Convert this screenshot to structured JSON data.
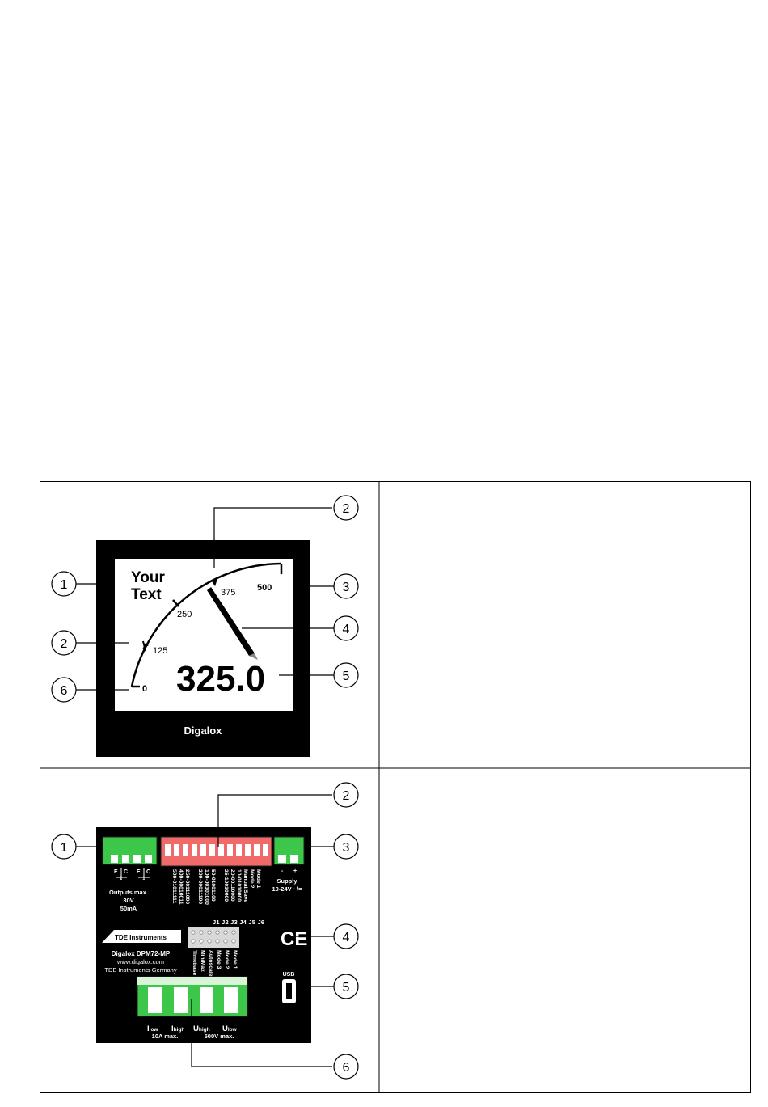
{
  "front": {
    "your_text_line1": "Your",
    "your_text_line2": "Text",
    "scale_labels": [
      "0",
      "125",
      "250",
      "375",
      "500"
    ],
    "reading": "325.0",
    "brand": "Digalox",
    "callouts": [
      "1",
      "2",
      "3",
      "4",
      "5",
      "6"
    ]
  },
  "back": {
    "output_e2": "E",
    "output_c2": "C",
    "output_e1": "E",
    "output_c1": "C",
    "output_idx2": "2",
    "output_idx1": "1",
    "outputs_line1": "Outputs max.",
    "outputs_line2": "30V",
    "outputs_line3": "50mA",
    "dip_table": [
      "Mode 1",
      "Mode 2",
      "Manual/Save",
      "10-01010000",
      "20-00110000",
      "25-10010000",
      "50-01001100",
      "100-00101000",
      "200-00011100",
      "250-00111000",
      "400-00010011",
      "500-01011111"
    ],
    "supply_minus": "-",
    "supply_plus": "+",
    "supply_line1": "Supply",
    "supply_line2": "10-24V ~/=",
    "jumper_header": "J1 J2 J3 J4 J5 J6",
    "jumper_labels": [
      "Mode 1",
      "Mode 2",
      "Mode 3",
      "Autoscale",
      "Min/Max",
      "Timebase"
    ],
    "tde_logo": "TDE Instruments",
    "model": "Digalox DPM72-MP",
    "website": "www.digalox.com",
    "company": "TDE Instruments Germany",
    "ce_mark": "CE",
    "usb": "USB",
    "i_low": "I",
    "i_low_sub": "low",
    "i_high": "I",
    "i_high_sub": "high",
    "u_high": "U",
    "u_high_sub": "high",
    "u_low": "U",
    "u_low_sub": "low",
    "current_max": "10A max.",
    "voltage_max": "500V max.",
    "callouts": [
      "1",
      "2",
      "3",
      "4",
      "5",
      "6"
    ]
  }
}
